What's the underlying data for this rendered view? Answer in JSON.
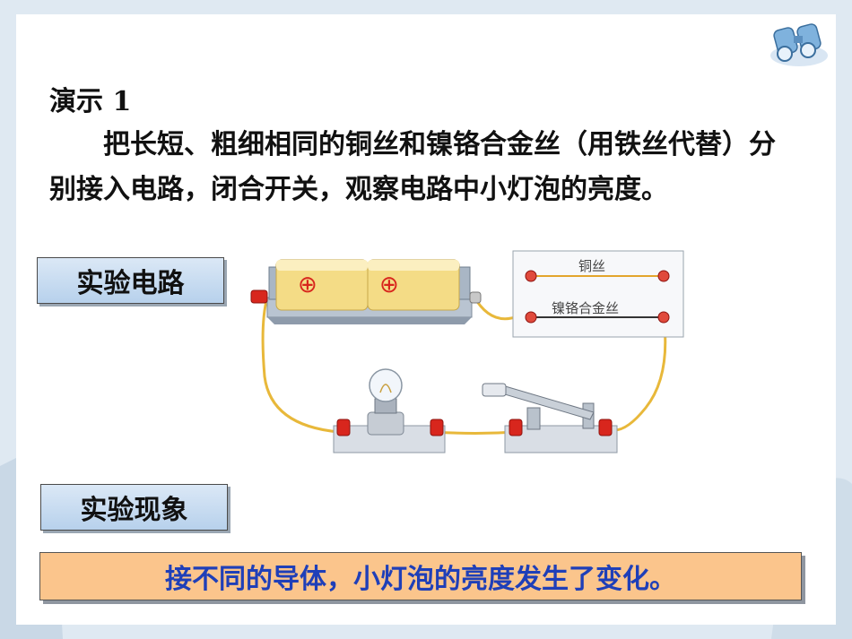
{
  "slide": {
    "title": "演示 1",
    "paragraph": "把长短、粗细相同的铜丝和镍铬合金丝（用铁丝代替）分别接入电路，闭合开关，观察电路中小灯泡的亮度。"
  },
  "labels": {
    "circuit": "实验电路",
    "phenomenon": "实验现象"
  },
  "result": "接不同的导体，小灯泡的亮度发生了变化。",
  "diagram": {
    "copper_wire_label": "铜丝",
    "nichrome_wire_label": "镍铬合金丝",
    "battery_symbol": "⊕"
  },
  "colors": {
    "label_box": "#c7dcf0",
    "result_bg": "#fbc58c",
    "result_text": "#1f3fb8",
    "wire": "#e8b83a"
  },
  "icons": [
    "binoculars-icon"
  ]
}
